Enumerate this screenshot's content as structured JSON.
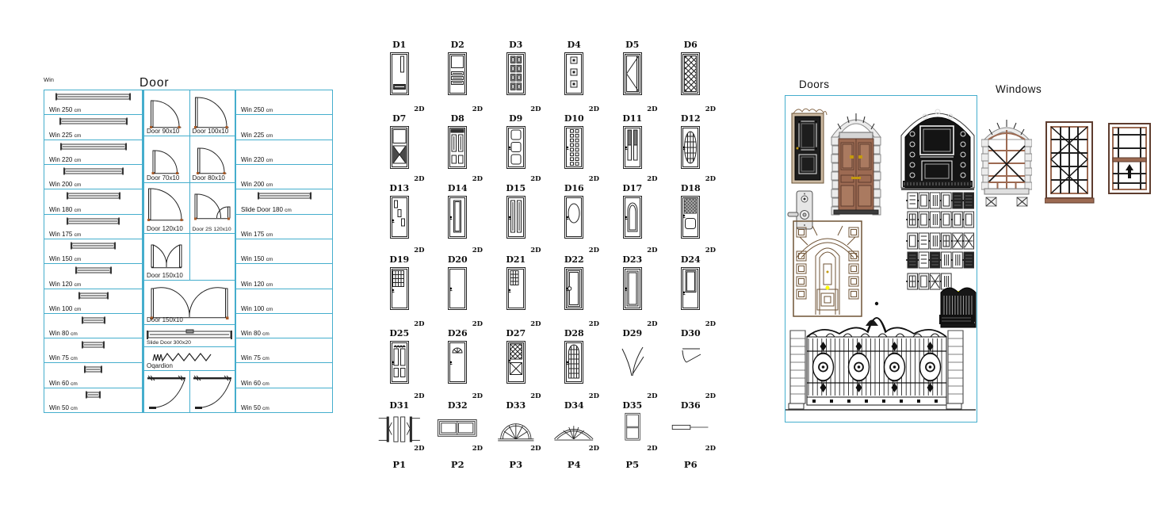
{
  "colors": {
    "accent": "#45aecd",
    "line": "#222222",
    "brown": "#9c6a52",
    "brown_dark": "#5e3c2e",
    "tan": "#cdbba4",
    "lattice": "#6f5335",
    "stone": "#ececec",
    "gold": "#c49a10",
    "hinge": "#a85a28",
    "highlight": "#ffff00"
  },
  "left_table": {
    "corner_label": "Win",
    "heading": "Door",
    "unit": "cm",
    "left_rows": [
      {
        "name": "Win 250",
        "size": 250
      },
      {
        "name": "Win 225",
        "size": 225
      },
      {
        "name": "Win 220",
        "size": 220
      },
      {
        "name": "Win 200",
        "size": 200
      },
      {
        "name": "Win 180",
        "size": 180
      },
      {
        "name": "Win 175",
        "size": 175
      },
      {
        "name": "Win 150",
        "size": 150
      },
      {
        "name": "Win 120",
        "size": 120
      },
      {
        "name": "Win 100",
        "size": 100
      },
      {
        "name": "Win 80",
        "size": 80
      },
      {
        "name": "Win 75",
        "size": 75
      },
      {
        "name": "Win 60",
        "size": 60
      },
      {
        "name": "Win 50",
        "size": 50
      }
    ],
    "right_rows": [
      {
        "name": "Win 250",
        "size": 250,
        "symbol": false
      },
      {
        "name": "Win 225",
        "size": 225,
        "symbol": false
      },
      {
        "name": "Win 220",
        "size": 220,
        "symbol": false
      },
      {
        "name": "Win 200",
        "size": 200,
        "symbol": false
      },
      {
        "name": "Slide Door 180",
        "size": 180,
        "symbol": true
      },
      {
        "name": "Win 175",
        "size": 175,
        "symbol": false
      },
      {
        "name": "Win 150",
        "size": 150,
        "symbol": false
      },
      {
        "name": "Win 120",
        "size": 120,
        "symbol": false
      },
      {
        "name": "Win 100",
        "size": 100,
        "symbol": false
      },
      {
        "name": "Win 80",
        "size": 80,
        "symbol": false
      },
      {
        "name": "Win 75",
        "size": 75,
        "symbol": false
      },
      {
        "name": "Win 60",
        "size": 60,
        "symbol": false
      },
      {
        "name": "Win 50",
        "size": 50,
        "symbol": false
      }
    ],
    "door_cells": [
      {
        "label": "Door 90x10",
        "glyph": "swing-door-90-icon"
      },
      {
        "label": "Door 100x10",
        "glyph": "swing-door-100-icon"
      },
      {
        "label": "Door 70x10",
        "glyph": "swing-door-70-icon"
      },
      {
        "label": "Door 80x10",
        "glyph": "swing-door-80-icon"
      },
      {
        "label": "Door 120x10",
        "glyph": "swing-door-120-icon"
      },
      {
        "label": "Door 2S 120x10",
        "glyph": "double-swing-2s-icon"
      },
      {
        "label": "Door 150x10",
        "glyph": "butterfly-door-icon"
      },
      {
        "label": "",
        "glyph": "empty"
      },
      {
        "label": "Door 150x10",
        "glyph": "butterfly-door-wide-icon"
      },
      {
        "label": "Slide Door 300x20",
        "glyph": "slide-door-bar-icon"
      },
      {
        "label": "Oqardion",
        "glyph": "zigzag-spring-icon"
      },
      {
        "label": "",
        "glyph": "plan-door-swing-icon"
      },
      {
        "label": "",
        "glyph": "plan-door-swing-icon"
      }
    ]
  },
  "middle_grid": {
    "corner_label": "2D",
    "rows": [
      [
        {
          "id": "D1",
          "glyph": "d1"
        },
        {
          "id": "D2",
          "glyph": "d2"
        },
        {
          "id": "D3",
          "glyph": "d3"
        },
        {
          "id": "D4",
          "glyph": "d4"
        },
        {
          "id": "D5",
          "glyph": "d5"
        },
        {
          "id": "D6",
          "glyph": "d6"
        }
      ],
      [
        {
          "id": "D7",
          "glyph": "d7"
        },
        {
          "id": "D8",
          "glyph": "d8"
        },
        {
          "id": "D9",
          "glyph": "d9"
        },
        {
          "id": "D10",
          "glyph": "d10"
        },
        {
          "id": "D11",
          "glyph": "d11"
        },
        {
          "id": "D12",
          "glyph": "d12"
        }
      ],
      [
        {
          "id": "D13",
          "glyph": "d13"
        },
        {
          "id": "D14",
          "glyph": "d14"
        },
        {
          "id": "D15",
          "glyph": "d15"
        },
        {
          "id": "D16",
          "glyph": "d16"
        },
        {
          "id": "D17",
          "glyph": "d17"
        },
        {
          "id": "D18",
          "glyph": "d18"
        }
      ],
      [
        {
          "id": "D19",
          "glyph": "d19"
        },
        {
          "id": "D20",
          "glyph": "d20"
        },
        {
          "id": "D21",
          "glyph": "d21"
        },
        {
          "id": "D22",
          "glyph": "d22"
        },
        {
          "id": "D23",
          "glyph": "d23"
        },
        {
          "id": "D24",
          "glyph": "d24"
        }
      ],
      [
        {
          "id": "D25",
          "glyph": "d25"
        },
        {
          "id": "D26",
          "glyph": "d26"
        },
        {
          "id": "D27",
          "glyph": "d27"
        },
        {
          "id": "D28",
          "glyph": "d28"
        },
        {
          "id": "D29",
          "glyph": "d29"
        },
        {
          "id": "D30",
          "glyph": "d30"
        }
      ],
      [
        {
          "id": "D31",
          "glyph": "d31"
        },
        {
          "id": "D32",
          "glyph": "d32"
        },
        {
          "id": "D33",
          "glyph": "d33"
        },
        {
          "id": "D34",
          "glyph": "d34"
        },
        {
          "id": "D35",
          "glyph": "d35"
        },
        {
          "id": "D36",
          "glyph": "d36"
        }
      ]
    ],
    "p_labels": [
      "P1",
      "P2",
      "P3",
      "P4",
      "P5",
      "P6"
    ]
  },
  "right_section": {
    "doors_heading": "Doors",
    "windows_heading": "Windows"
  }
}
